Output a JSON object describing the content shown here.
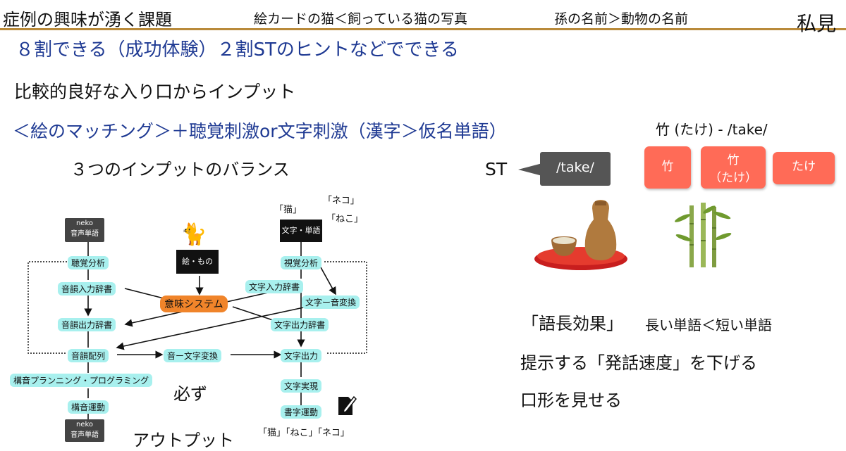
{
  "header": {
    "title": "症例の興味が湧く課題",
    "card_note": "絵カードの猫＜飼っている猫の写真",
    "name_note": "孫の名前＞動物の名前",
    "opinion": "私見"
  },
  "lines": {
    "success": "８割できる（成功体験）２割STのヒントなどでできる",
    "entry": "比較的良好な入り口からインプット",
    "matching": "＜絵のマッチング＞＋聴覚刺激or文字刺激（漢字＞仮名単語）",
    "balance": "３つのインプットのバランス",
    "must": "必ず",
    "output": "アウトプット"
  },
  "take": {
    "label": "竹 (たけ) - /take/",
    "st": "ST",
    "speech": "/take/",
    "card1": "竹",
    "card2_top": "竹",
    "card2_bottom": "（たけ）",
    "card3": "たけ"
  },
  "right_notes": {
    "word_length": "「語長効果」",
    "word_length_detail": "長い単語＜短い単語",
    "speed": "提示する「発話速度」を下げる",
    "mouth": "口形を見せる"
  },
  "diagram": {
    "neko_top": "neko",
    "neko_top_sub": "音声単語",
    "picture_box": "絵・もの",
    "text_box": "文字・単語",
    "kanji_label": "「猫」",
    "katakana_label": "「ネコ」",
    "hiragana_label": "「ねこ」",
    "auditory": "聴覚分析",
    "phon_in": "音韻入力辞書",
    "phon_out": "音韻出力辞書",
    "phon_seq": "音韻配列",
    "planning": "構音プランニング・プログラミング",
    "articulation": "構音運動",
    "semantic": "意味システム",
    "visual": "視覚分析",
    "letter_in": "文字入力辞書",
    "letter_sound": "文字ー音変換",
    "letter_out": "文字出力辞書",
    "sound_letter": "音ー文字変換",
    "letter_output": "文字出力",
    "letter_real": "文字実現",
    "writing": "書字運動",
    "neko_bottom": "neko",
    "neko_bottom_sub": "音声単語",
    "bottom_labels": "「猫」「ねこ」「ネコ」"
  },
  "colors": {
    "blue_text": "#1f3a93",
    "card_red": "#ff6b57",
    "node_cyan": "#a8f0ee",
    "semantic_orange": "#f0842a",
    "header_rule": "#b98a3a"
  }
}
